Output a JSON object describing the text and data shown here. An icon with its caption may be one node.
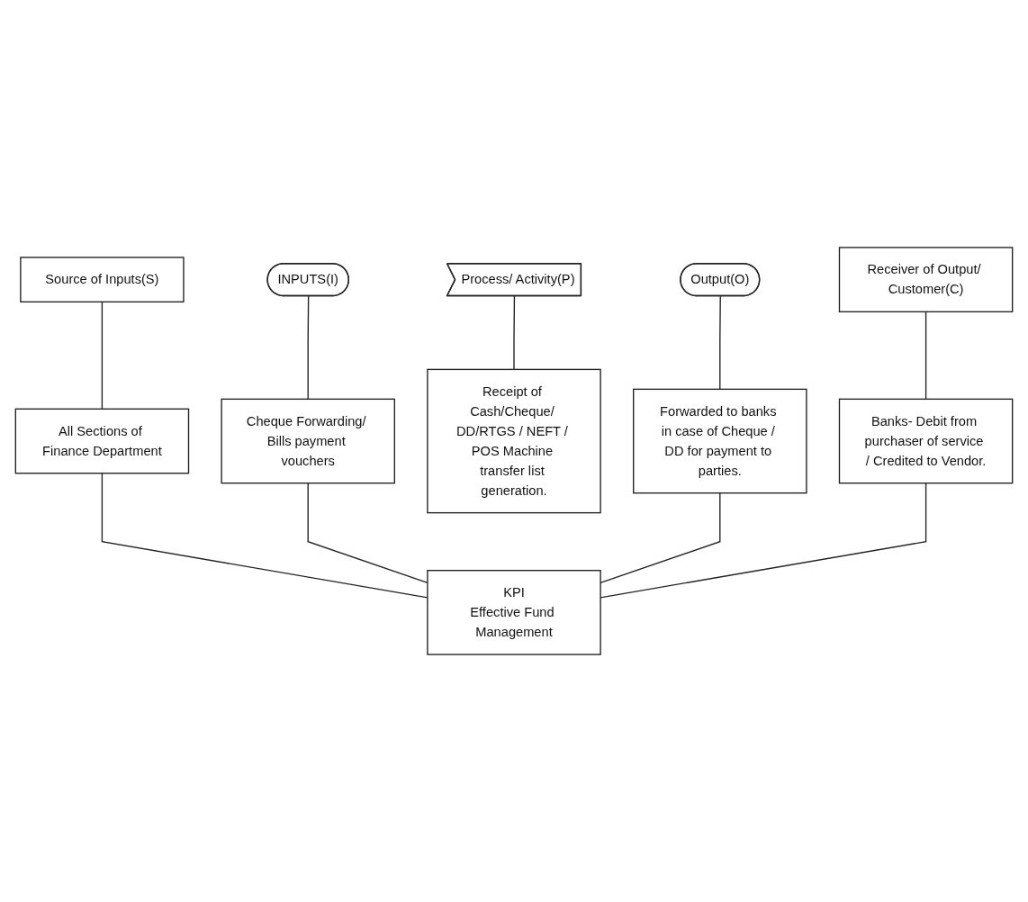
{
  "diagram": {
    "nodes": [
      {
        "text": [
          "Source of Inputs(S)"
        ]
      },
      {
        "text": [
          "INPUTS(I)"
        ]
      },
      {
        "text": [
          "Process/ Activity(P)"
        ]
      },
      {
        "text": [
          "Output(O)"
        ]
      },
      {
        "text": [
          "Receiver of Output/ Customer(C)"
        ]
      },
      {
        "text": [
          "All Sections of Finance Department"
        ]
      },
      {
        "text": [
          "Cheque Forwarding/ Bills payment vouchers"
        ]
      },
      {
        "text": [
          "Receipt of Cash/Cheque/ DD/RTGS / NEFT / POS Machine transfer list generation."
        ]
      },
      {
        "text": [
          "Forwarded to banks in case of Cheque / DD for payment to parties."
        ]
      },
      {
        "text": [
          "Banks- Debit from purchaser of service / Credited to Vendor."
        ]
      },
      {
        "text": [
          "KPI",
          "Effective Fund Management"
        ]
      }
    ],
    "edges": [
      {
        "from": 0,
        "to": 5,
        "arrow": "none"
      },
      {
        "from": 1,
        "to": 6,
        "arrow": "none"
      },
      {
        "from": 2,
        "to": 7,
        "arrow": "none"
      },
      {
        "from": 3,
        "to": 8,
        "arrow": "none"
      },
      {
        "from": 4,
        "to": 9,
        "arrow": "none"
      },
      {
        "from": 5,
        "to": 10,
        "arrow": "none"
      },
      {
        "from": 6,
        "to": 10,
        "arrow": "none"
      },
      {
        "from": 8,
        "to": 10,
        "arrow": "none"
      },
      {
        "from": 9,
        "to": 10,
        "arrow": "none"
      }
    ]
  }
}
